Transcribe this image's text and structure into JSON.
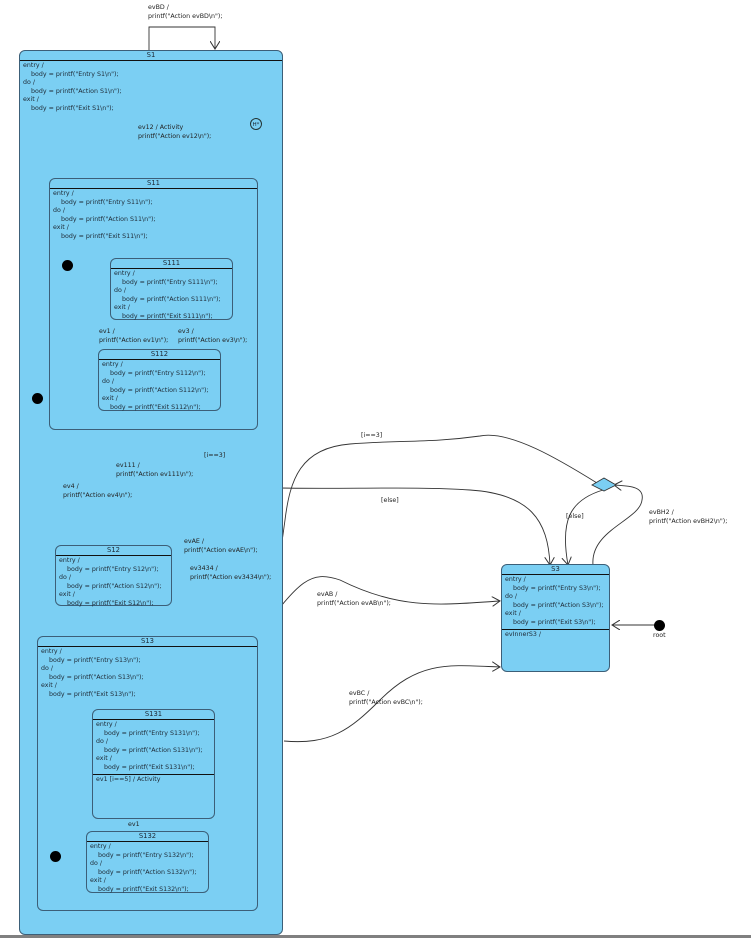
{
  "diagram": {
    "type": "UML state machine",
    "states": {
      "S1": {
        "name": "S1",
        "body": "entry /\n    body = printf(\"Entry S1\\n\");\ndo /\n    body = printf(\"Action S1\\n\");\nexit /\n    body = printf(\"Exit S1\\n\");"
      },
      "S11": {
        "name": "S11",
        "body": "entry /\n    body = printf(\"Entry S11\\n\");\ndo /\n    body = printf(\"Action S11\\n\");\nexit /\n    body = printf(\"Exit S11\\n\");"
      },
      "S111": {
        "name": "S111",
        "body": "entry /\n    body = printf(\"Entry S111\\n\");\ndo /\n    body = printf(\"Action S111\\n\");\nexit /\n    body = printf(\"Exit S111\\n\");"
      },
      "S112": {
        "name": "S112",
        "body": "entry /\n    body = printf(\"Entry S112\\n\");\ndo /\n    body = printf(\"Action S112\\n\");\nexit /\n    body = printf(\"Exit S112\\n\");"
      },
      "S12": {
        "name": "S12",
        "body": "entry /\n    body = printf(\"Entry S12\\n\");\ndo /\n    body = printf(\"Action S12\\n\");\nexit /\n    body = printf(\"Exit S12\\n\");"
      },
      "S13": {
        "name": "S13",
        "body": "entry /\n    body = printf(\"Entry S13\\n\");\ndo /\n    body = printf(\"Action S13\\n\");\nexit /\n    body = printf(\"Exit S13\\n\");"
      },
      "S131": {
        "name": "S131",
        "body": "entry /\n    body = printf(\"Entry S131\\n\");\ndo /\n    body = printf(\"Action S131\\n\");\nexit /\n    body = printf(\"Exit S131\\n\");",
        "internal": "ev1 [i==5] / Activity"
      },
      "S132": {
        "name": "S132",
        "body": "entry /\n    body = printf(\"Entry S132\\n\");\ndo /\n    body = printf(\"Action S132\\n\");\nexit /\n    body = printf(\"Exit S132\\n\");"
      },
      "S3": {
        "name": "S3",
        "body": "entry /\n    body = printf(\"Entry S3\\n\");\ndo /\n    body = printf(\"Action S3\\n\");\nexit /\n    body = printf(\"Exit S3\\n\");",
        "internal": "evInnerS3 /"
      }
    },
    "history_label": "H*",
    "root_label": "root",
    "transitions": {
      "evBD": "evBD /\nprintf(\"Action evBD\\n\");",
      "ev12": "ev12 / Activity\nprintf(\"Action ev12\\n\");",
      "ev1": "ev1 /\nprintf(\"Action ev1\\n\");",
      "ev3": "ev3 /\nprintf(\"Action ev3\\n\");",
      "ev111": "ev111 /\nprintf(\"Action ev111\\n\");",
      "ev4": "ev4 /\nprintf(\"Action ev4\\n\");",
      "guard_i3_left": "[i==3]",
      "evAE": "evAE /\nprintf(\"Action evAE\\n\");",
      "ev3434": "ev3434 /\nprintf(\"Action ev3434\\n\");",
      "guard_i3_top": "[i==3]",
      "else_mid": "[else]",
      "else_right": "[else]",
      "evBH2": "evBH2 /\nprintf(\"Action evBH2\\n\");",
      "evAB": "evAB /\nprintf(\"Action evAB\\n\");",
      "evBC": "evBC /\nprintf(\"Action evBC\\n\");",
      "ev1_S132": "ev1"
    }
  }
}
